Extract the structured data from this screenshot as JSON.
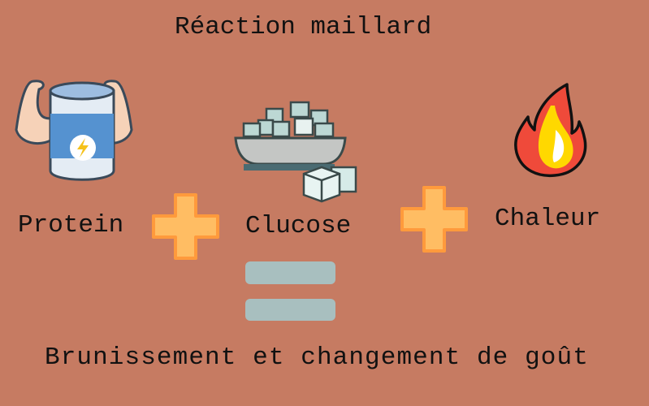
{
  "title": "Réaction maillard",
  "items": [
    {
      "label": "Protein",
      "icon": "protein-jar-icon"
    },
    {
      "label": "Clucose",
      "icon": "sugar-bowl-icon"
    },
    {
      "label": "Chaleur",
      "icon": "fire-icon"
    }
  ],
  "operators": [
    "plus-icon",
    "plus-icon",
    "equals-icon"
  ],
  "result": "Brunissement et changement de goût",
  "colors": {
    "background": "#c67b62",
    "plus": "#ffbd63",
    "equals": "#a8bfbf"
  }
}
